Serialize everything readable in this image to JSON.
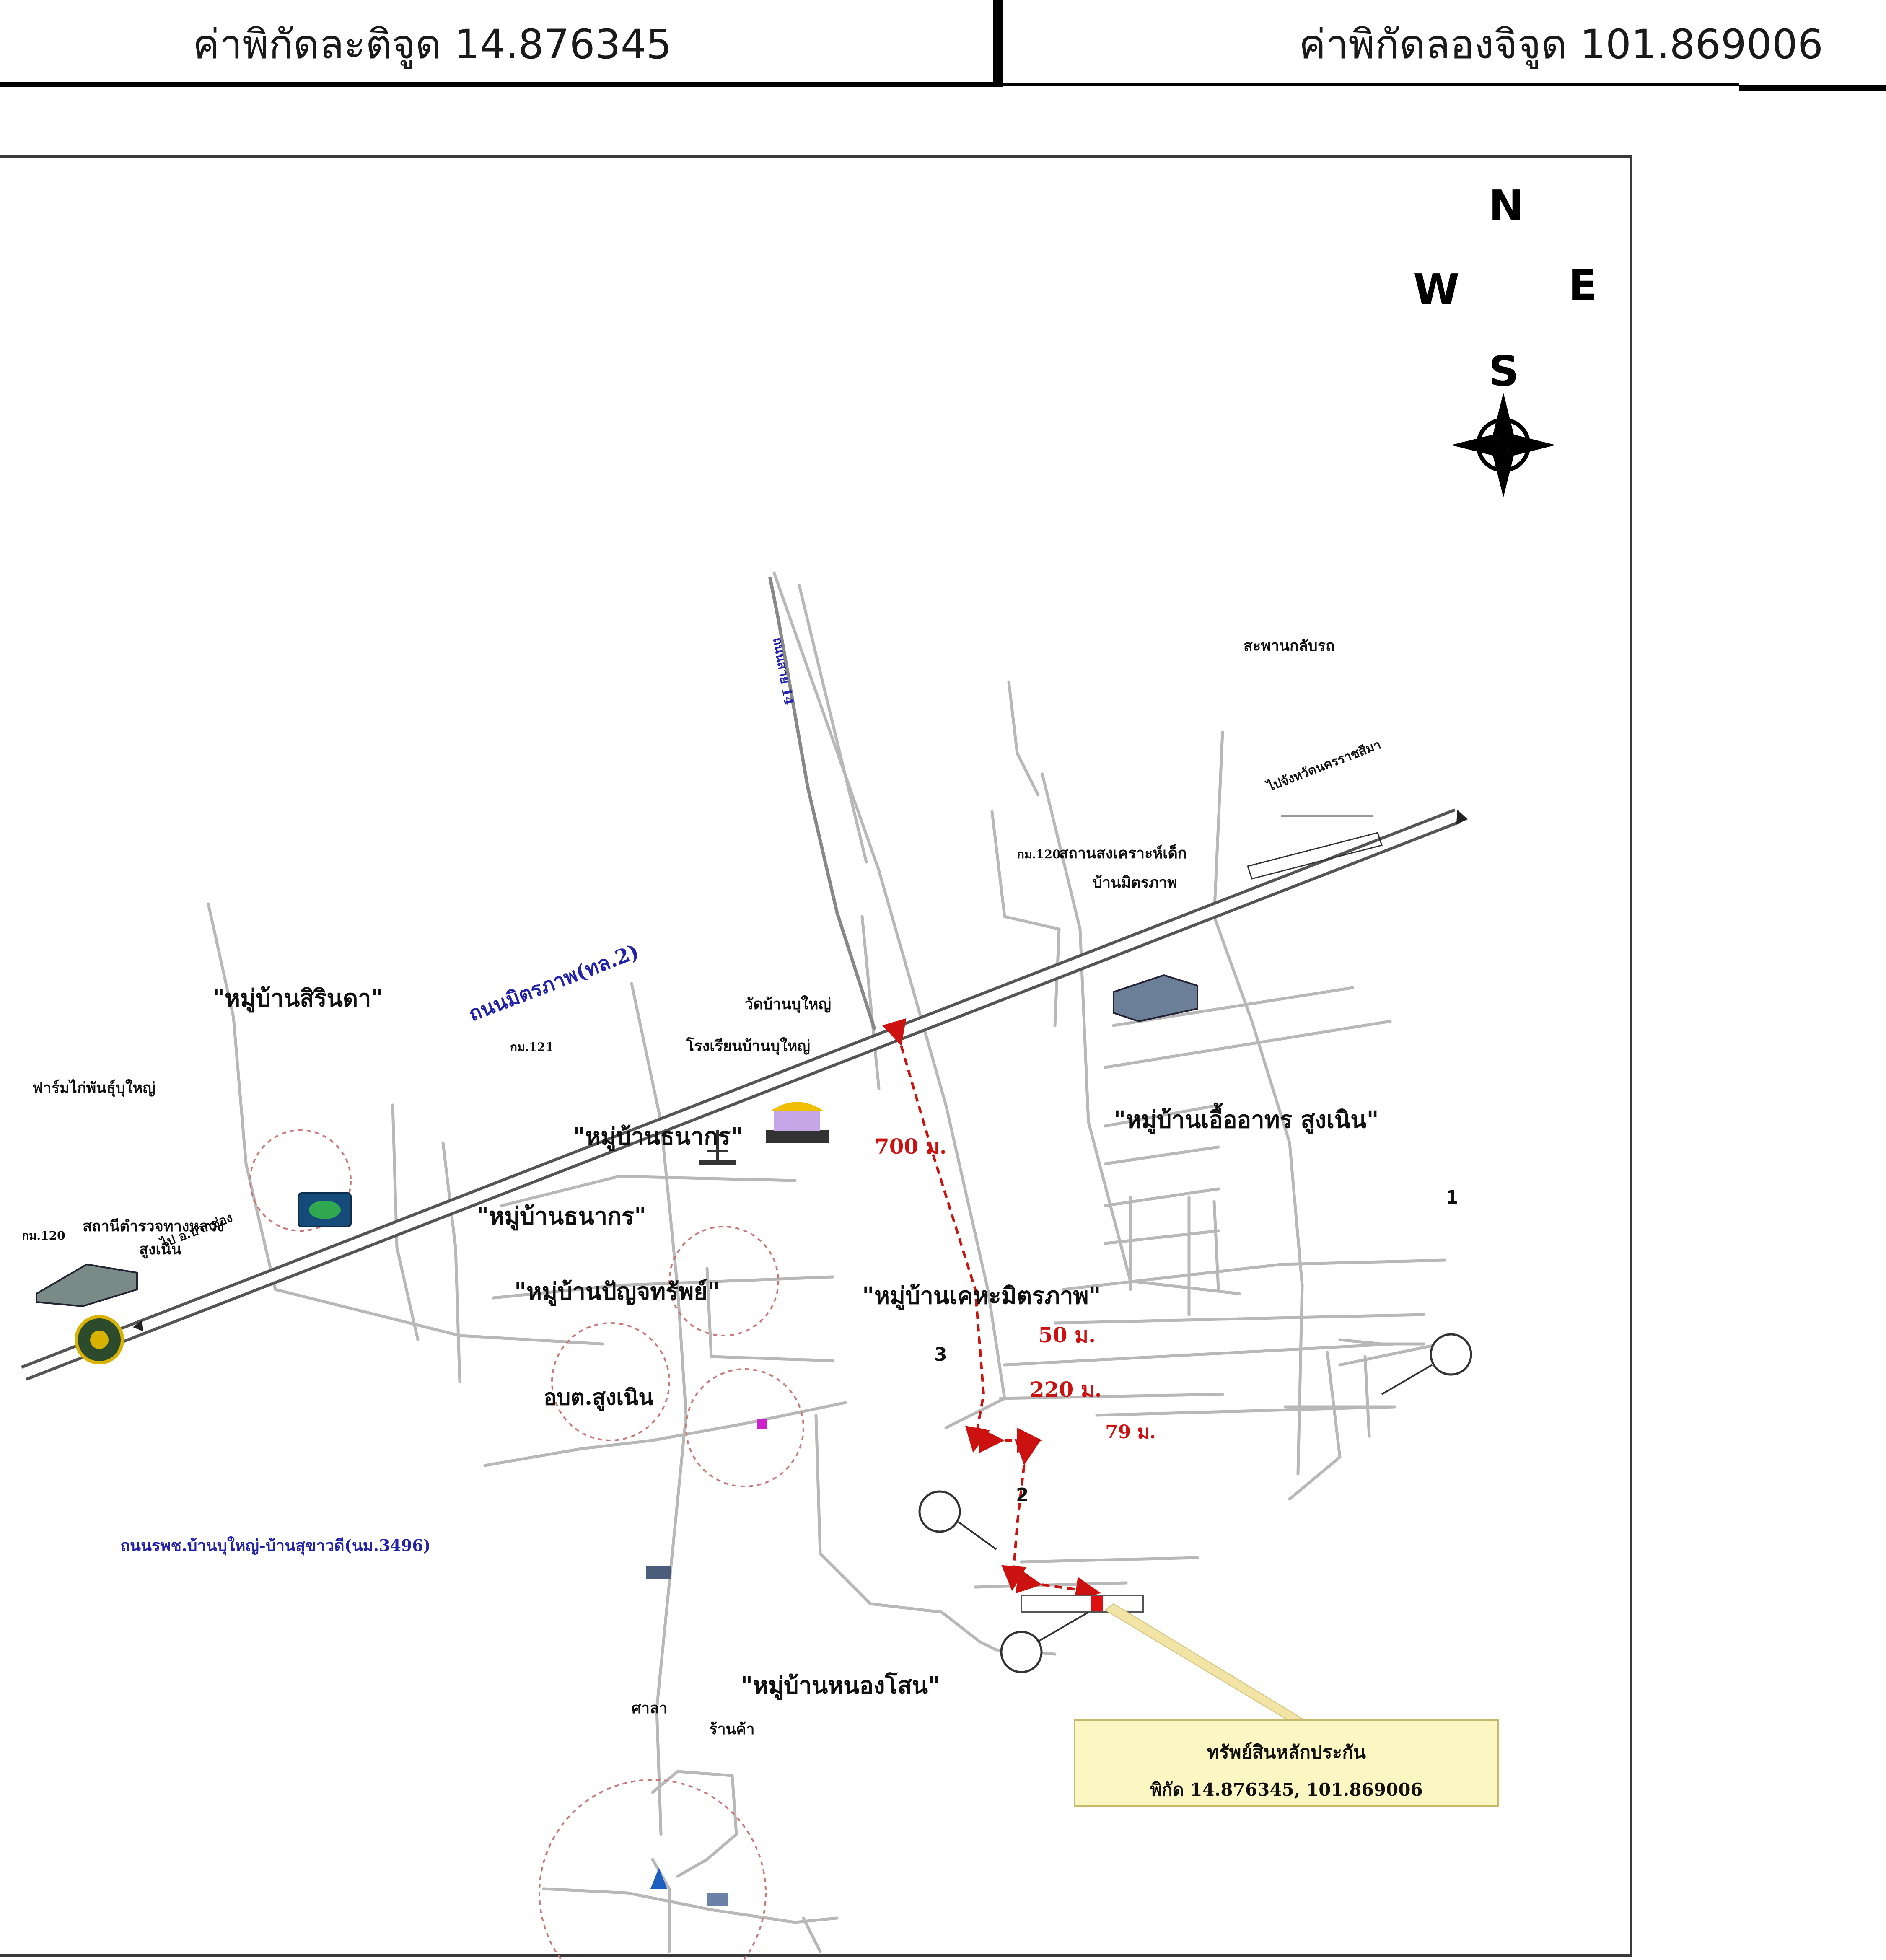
{
  "header": {
    "latitude_label": "ค่าพิกัดละติจูด 14.876345",
    "longitude_label": "ค่าพิกัดลองจิจูด 101.869006"
  },
  "compass": {
    "north": "N",
    "south": "S",
    "east": "E",
    "west": "W"
  },
  "map": {
    "roads": {
      "highway": "ถนนมิตรภาพ(ทล.2)",
      "highway_east_direction": "ไปจังหวัดนครราชสีมา",
      "highway_west_direction": "ไป อ.ปากช่อง",
      "road_14": "ถนนสาย 14",
      "rural_road": "ถนนรพช.บ้านบุใหญ่-บ้านสุขาวดี(นม.3496)"
    },
    "villages": [
      "\"หมู่บ้านสิรินดา\"",
      "\"หมู่บ้านธนากร\"",
      "\"หมู่บ้านธนากร\"",
      "\"หมู่บ้านปัญจทรัพย์\"",
      "\"หมู่บ้านเคหะมิตรภาพ\"",
      "\"หมู่บ้านเอื้ออาทร สูงเนิน\"",
      "\"หมู่บ้านหนองโสน\""
    ],
    "landmarks": {
      "bridge": "สะพานกลับรถ",
      "welfare_center": "สถานสงเคราะห์เด็ก",
      "welfare_center_2": "บ้านมิตรภาพ",
      "km_120": "กม.120",
      "km_121": "กม.121",
      "temple": "วัดบ้านบุใหญ่",
      "school": "โรงเรียนบ้านบุใหญ่",
      "farm": "ฟาร์มไก่พันธุ์บุใหญ่",
      "police": "สถานีตำรวจทางหลวง",
      "police_2": "สูงเนิน",
      "km_120_west": "กม.120",
      "tambon_office": "อบต.สูงเนิน",
      "sala": "ศาลา",
      "shop": "ร้านค้า"
    },
    "distances": [
      "700 ม.",
      "50 ม.",
      "220 ม.",
      "79 ม."
    ],
    "markers": [
      "1",
      "2",
      "3"
    ],
    "property": {
      "title": "ทรัพย์สินหลักประกัน",
      "coords": "พิกัด 14.876345, 101.869006"
    }
  },
  "colors": {
    "route": "#cc1111",
    "road_label": "#2222aa",
    "property_box_fill": "#fbf6c2",
    "property_marker": "#dd1111",
    "road_line": "#b8b8b8"
  }
}
